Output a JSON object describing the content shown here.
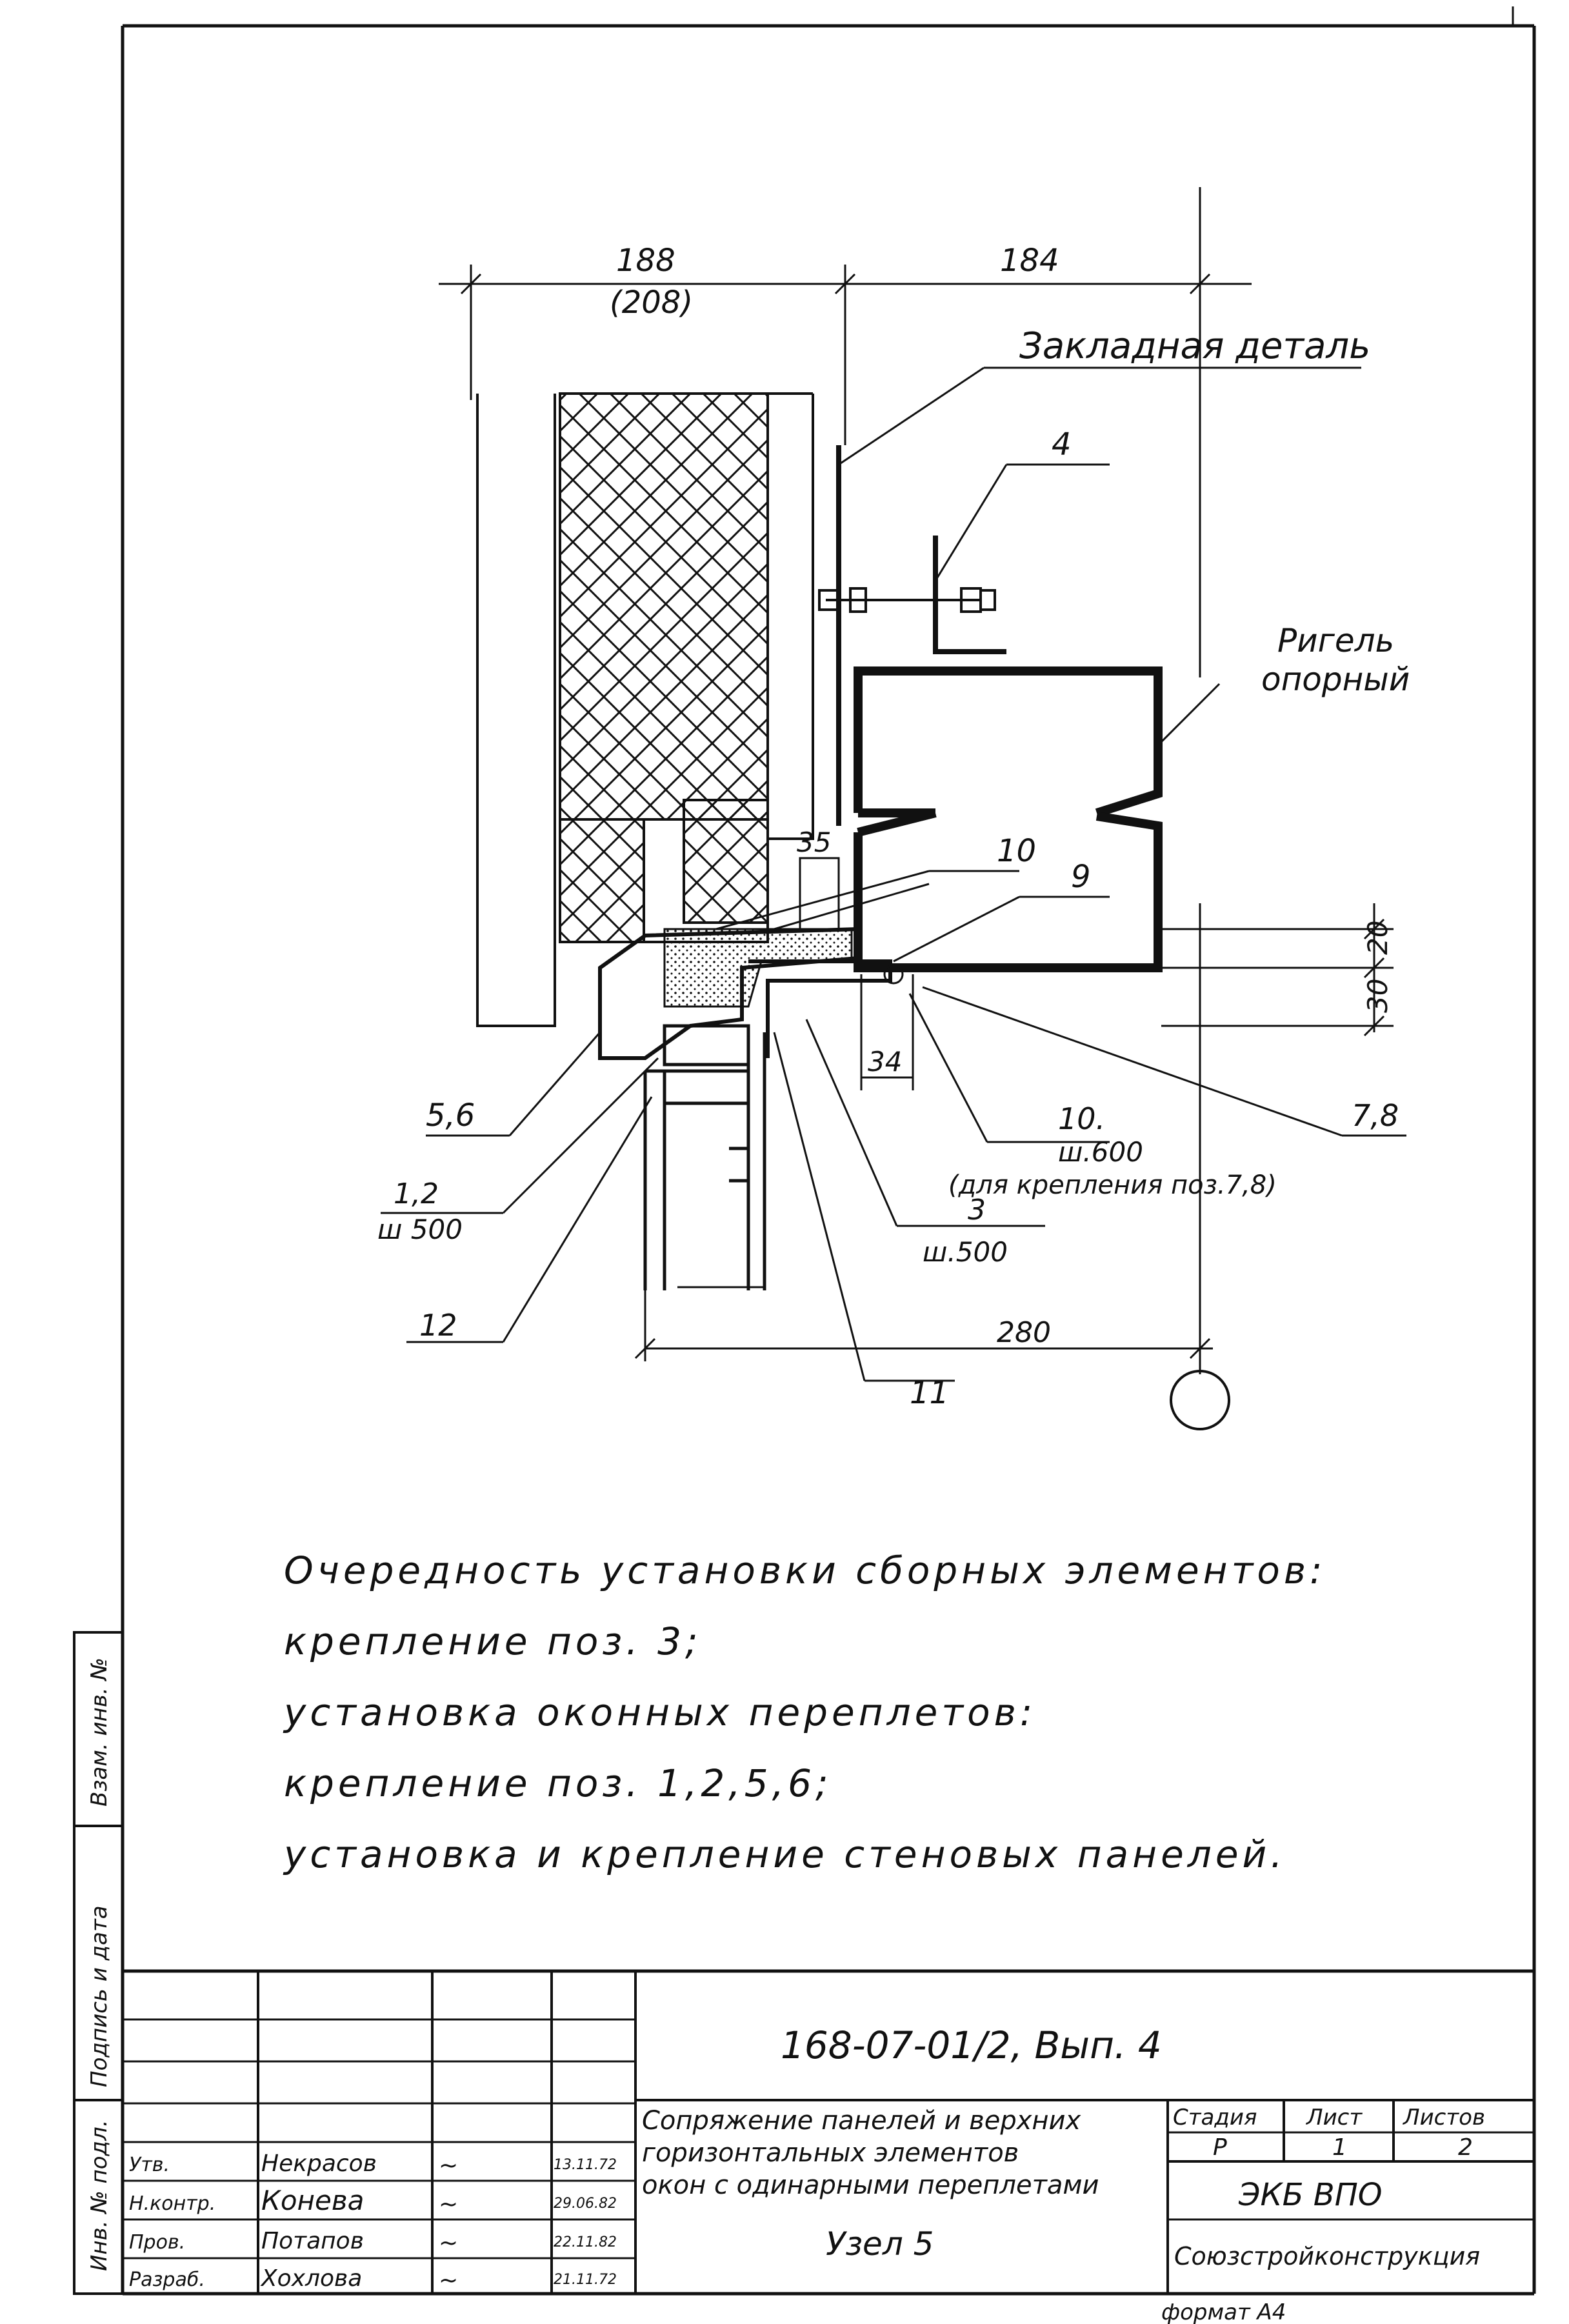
{
  "drawing": {
    "dim_top_left": "188",
    "dim_top_left_alt": "(208)",
    "dim_top_right": "184",
    "label_embedded_part": "Закладная деталь",
    "label_beam_line1": "Ригель",
    "label_beam_line2": "опорный",
    "pos_4": "4",
    "pos_10_top": "10",
    "pos_9": "9",
    "dim_35": "35",
    "dim_20": "20",
    "dim_30": "30",
    "dim_34": "34",
    "pos_56": "5,6",
    "pos_12_label": "1,2",
    "pos_12_step": "ш 500",
    "pos_10_bottom": "10.",
    "pos_10_step": "ш.600",
    "pos_10_note": "(для крепления поз.7,8)",
    "pos_78": "7,8",
    "pos_3": "3",
    "pos_3_step": "ш.500",
    "pos_12": "12",
    "pos_11": "11",
    "dim_280": "280"
  },
  "notes": [
    "Очередность установки сборных элементов:",
    "крепление поз. 3;",
    "установка оконных переплетов:",
    "крепление поз. 1,2,5,6;",
    "установка и крепление стеновых панелей."
  ],
  "side_stamp": {
    "inv_replace": "Взам. инв. №",
    "sign_date": "Подпись и дата",
    "inv_orig": "Инв. № подл."
  },
  "title_block": {
    "code": "168-07-01/2, Вып. 4",
    "title_line1": "Сопряжение панелей и верхних",
    "title_line2": "горизонтальных элементов",
    "title_line3": "окон с одинарными переплетами",
    "node": "Узел 5",
    "stage_header": "Стадия",
    "sheet_header": "Лист",
    "sheets_header": "Листов",
    "stage": "Р",
    "sheet": "1",
    "sheets": "2",
    "org1": "ЭКБ ВПО",
    "org2": "Союзстройконструкция",
    "format": "формат А4",
    "people": [
      {
        "role": "Утв.",
        "name": "Некрасов",
        "date": "13.11.72"
      },
      {
        "role": "Н.контр.",
        "name": "Конева",
        "date": "29.06.82"
      },
      {
        "role": "Пров.",
        "name": "Потапов",
        "date": "22.11.82"
      },
      {
        "role": "Разраб.",
        "name": "Хохлова",
        "date": "21.11.72"
      }
    ]
  }
}
